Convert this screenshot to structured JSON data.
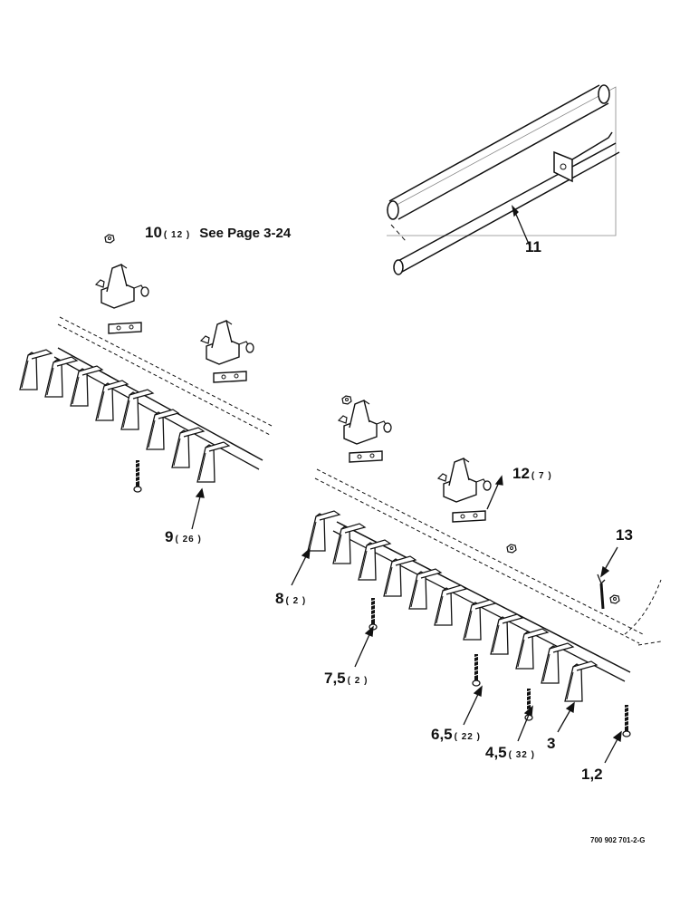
{
  "callouts": {
    "c10": {
      "num": "10",
      "qty": "( 12 )",
      "ref": "See Page 3-24"
    },
    "c11": {
      "num": "11"
    },
    "c12": {
      "num": "12",
      "qty": "( 7 )"
    },
    "c13": {
      "num": "13"
    },
    "c9": {
      "num": "9",
      "qty": "( 26 )"
    },
    "c8": {
      "num": "8",
      "qty": "( 2 )"
    },
    "c75": {
      "num": "7,5",
      "qty": "( 2 )"
    },
    "c65": {
      "num": "6,5",
      "qty": "( 22 )"
    },
    "c45": {
      "num": "4,5",
      "qty": "( 32 )"
    },
    "c3": {
      "num": "3"
    },
    "c12b": {
      "num": "1,2"
    }
  },
  "figure_code": "700 902 701-2-G"
}
